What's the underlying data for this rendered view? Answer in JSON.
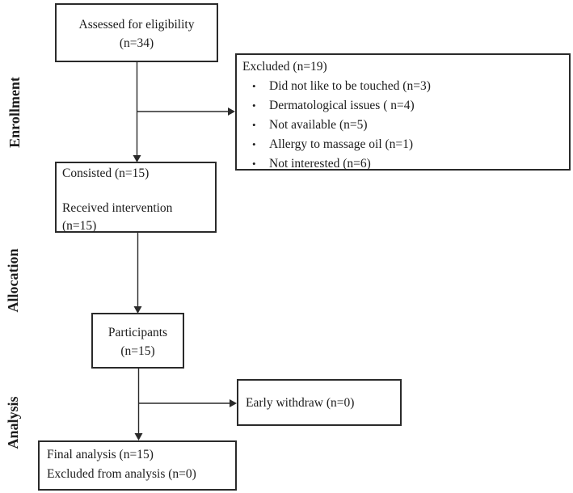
{
  "flowchart": {
    "stages": [
      {
        "label": "Enrollment"
      },
      {
        "label": "Allocation"
      },
      {
        "label": "Analysis"
      }
    ],
    "bullet_char": "•",
    "boxes": {
      "assessed": {
        "line1": "Assessed for eligibility",
        "line2": "(n=34)"
      },
      "excluded": {
        "title": "Excluded (n=19)",
        "bullets": [
          "Did not like to be touched (n=3)",
          "Dermatological issues ( n=4)",
          "Not available (n=5)",
          "Allergy to massage oil (n=1)",
          "Not interested (n=6)"
        ]
      },
      "consisted": {
        "line1": "Consisted (n=15)",
        "line2": "",
        "line3": "Received intervention",
        "line4": "(n=15)"
      },
      "participants": {
        "line1": "Participants",
        "line2": "(n=15)"
      },
      "early_withdraw": {
        "label": "Early withdraw (n=0)"
      },
      "final_analysis": {
        "line1": "Final analysis (n=15)",
        "line2": "Excluded from analysis (n=0)"
      }
    },
    "colors": {
      "line": "#2a2a2a",
      "text": "#1c1c1c",
      "background": "#ffffff"
    }
  }
}
